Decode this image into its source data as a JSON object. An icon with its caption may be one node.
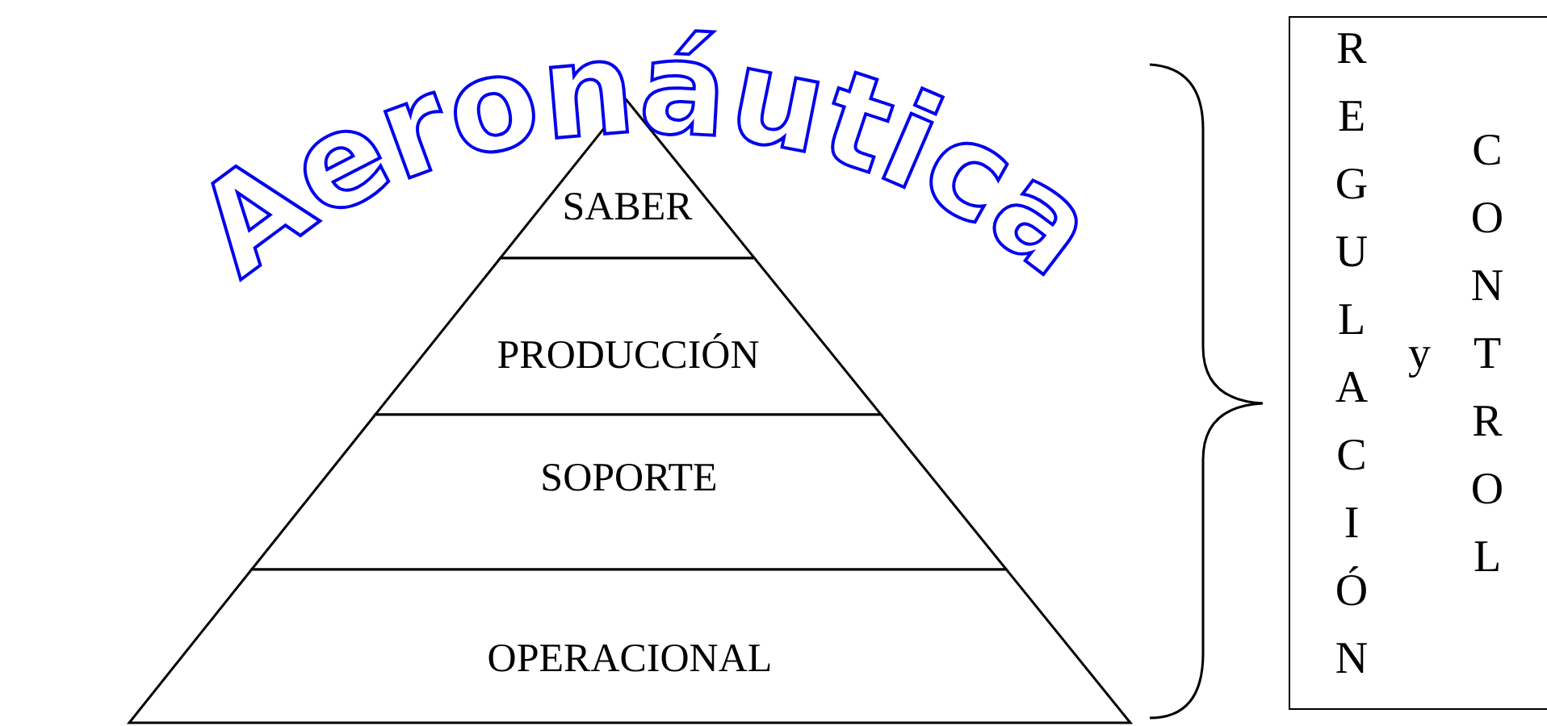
{
  "diagram": {
    "title": "Aeronáutica",
    "nodes": [
      {
        "text": [
          "SABER"
        ]
      },
      {
        "text": [
          "PRODUCCIÓN"
        ]
      },
      {
        "text": [
          "SOPORTE"
        ]
      },
      {
        "text": [
          "OPERACIONAL"
        ]
      },
      {
        "text": [
          "REGULACIÓN y CONTROL"
        ]
      }
    ]
  }
}
